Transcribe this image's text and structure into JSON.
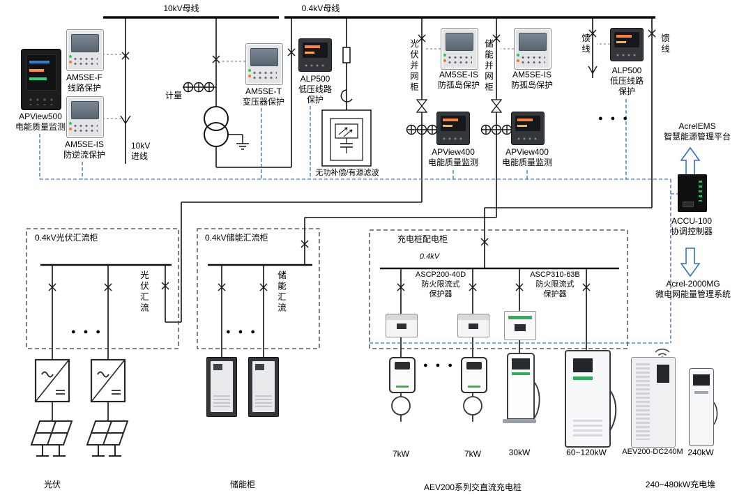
{
  "ellipsis": "● ● ●",
  "buses": {
    "kv10": "10kV母线",
    "kv04": "0.4kV母线"
  },
  "left": {
    "apview500": {
      "model": "APView500",
      "desc": "电能质量监测"
    },
    "am5se_f": {
      "model": "AM5SE-F",
      "desc": "线路保护"
    },
    "am5se_is": {
      "model": "AM5SE-IS",
      "desc": "防逆流保护"
    },
    "incoming_kv": "10kV",
    "incoming": "进线",
    "metering": "计量",
    "am5se_t": {
      "model": "AM5SE-T",
      "desc": "变压器保护"
    },
    "alp500": {
      "model": "ALP500",
      "desc1": "低压线路",
      "desc2": "保护"
    },
    "apf_label": "无功补偿/有源滤波"
  },
  "grid_tie": {
    "pv_cabinet": "光伏并网柜",
    "pv_relay": {
      "model": "AM5SE-IS",
      "desc": "防孤岛保护"
    },
    "pv_meter": {
      "model": "APView400",
      "desc": "电能质量监测"
    },
    "ess_cabinet": "储能并网柜",
    "ess_relay": {
      "model": "AM5SE-IS",
      "desc": "防孤岛保护"
    },
    "ess_meter": {
      "model": "APView400",
      "desc": "电能质量监测"
    },
    "feeder_left": "馈线",
    "feeder_relay": {
      "model": "ALP500",
      "desc1": "低压线路",
      "desc2": "保护"
    },
    "feeder_right": "馈线"
  },
  "platform": {
    "ems": {
      "name": "AcrelEMS",
      "desc": "智慧能源管理平台"
    },
    "accu": {
      "name": "ACCU-100",
      "desc": "协调控制器"
    },
    "mg": {
      "name": "Acrel-2000MG",
      "desc": "微电网能量管理系统"
    }
  },
  "pv": {
    "box_title": "0.4kV光伏汇流柜",
    "bus_label": "光伏汇流",
    "caption": "光伏"
  },
  "ess": {
    "box_title": "0.4kV储能汇流柜",
    "bus_label": "储能汇流",
    "caption": "储能柜"
  },
  "charging": {
    "box_title": "充电桩配电柜",
    "voltage": "0.4kV",
    "ascp200": {
      "model": "ASCP200-40D",
      "desc1": "防火限流式",
      "desc2": "保护器"
    },
    "ascp310": {
      "model": "ASCP310-63B",
      "desc1": "防火限流式",
      "desc2": "保护器"
    },
    "charger_7kw_1": "7kW",
    "charger_7kw_2": "7kW",
    "charger_30kw": "30kW",
    "charger_60_120kw": "60~120kW",
    "caption": "AEV200系列交直流充电桩"
  },
  "stack": {
    "model": "AEV200-DC240M",
    "power": "240kW",
    "caption": "240~480kW充电堆"
  }
}
